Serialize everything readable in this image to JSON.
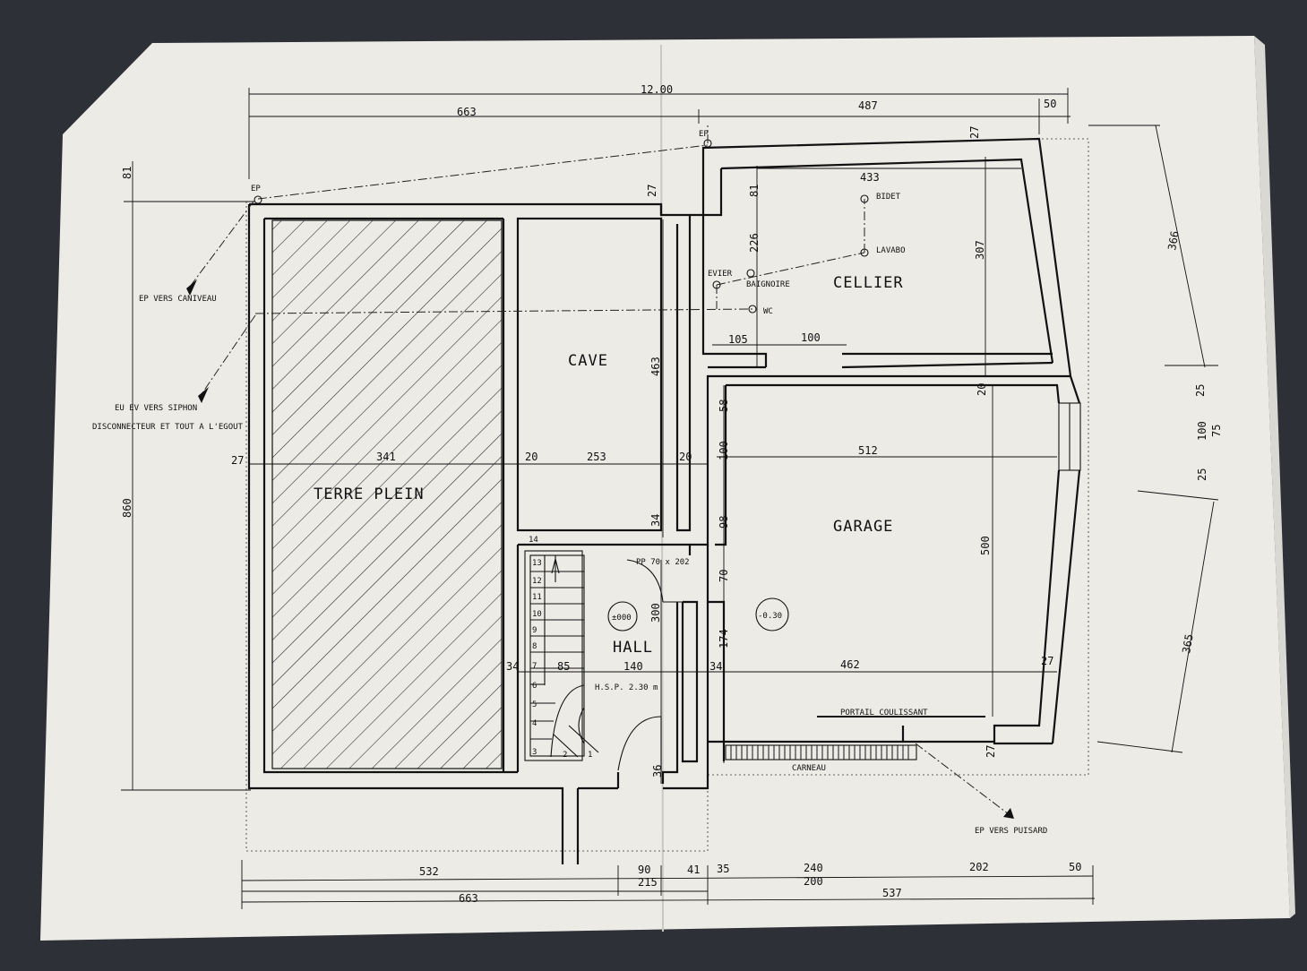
{
  "plan": {
    "overall_width": "12.00",
    "top_dims": {
      "left": "663",
      "right": "487",
      "right_edge": "50"
    },
    "left_dims": {
      "top": "81",
      "full": "860"
    },
    "right_dims": {
      "upper": "366",
      "lower": "365",
      "a": "25",
      "b": "100",
      "c": "75",
      "d": "25"
    },
    "bottom_dims": {
      "row1": [
        "532",
        "90",
        "41",
        "35",
        "240",
        "202",
        "50"
      ],
      "row2": [
        "215",
        "200"
      ],
      "row3": [
        "663",
        "537"
      ]
    },
    "rooms": {
      "terre_plein": "TERRE  PLEIN",
      "cave": "CAVE",
      "cellier": "CELLIER",
      "garage": "GARAGE",
      "hall": "HALL"
    },
    "fixtures": {
      "ep1": "EP",
      "ep2": "EP",
      "bidet": "BIDET",
      "lavabo": "LAVABO",
      "evier": "EVIER",
      "baignoire": "BAIGNOIRE",
      "wc": "WC"
    },
    "notes": {
      "ep_caniveau": "EP VERS CANIVEAU",
      "eu_ev_1": "EU EV  VERS  SIPHON",
      "eu_ev_2": "DISCONNECTEUR ET TOUT A L'EGOUT",
      "ep_puisard": "EP VERS PUISARD",
      "portail": "PORTAIL  COULISSANT",
      "carneau": "CARNEAU",
      "pp": "PP 70 x 202",
      "hsp": "H.S.P. 2.30 m",
      "level_hall": "±000",
      "level_garage": "-0.30"
    },
    "interior_dims": {
      "d27a": "27",
      "d341": "341",
      "d20a": "20",
      "d253": "253",
      "d20b": "20",
      "d512": "512",
      "d433": "433",
      "d81": "81",
      "d226": "226",
      "d307": "307",
      "d27top": "27",
      "d27wall": "27",
      "d105": "105",
      "d100a": "100",
      "d463": "463",
      "d58": "58",
      "d100b": "100",
      "d98": "98",
      "d70": "70",
      "d174": "174",
      "d34a": "34",
      "d500": "500",
      "d20c": "20",
      "d34b": "34",
      "d85": "85",
      "d140": "140",
      "d34c": "34",
      "d462": "462",
      "d27c": "27",
      "d27d": "27",
      "d300": "300",
      "d36": "36",
      "d14": "14"
    },
    "stairs": [
      "13",
      "12",
      "11",
      "10",
      "9",
      "8",
      "7",
      "6",
      "5",
      "4",
      "3",
      "2",
      "1"
    ]
  }
}
